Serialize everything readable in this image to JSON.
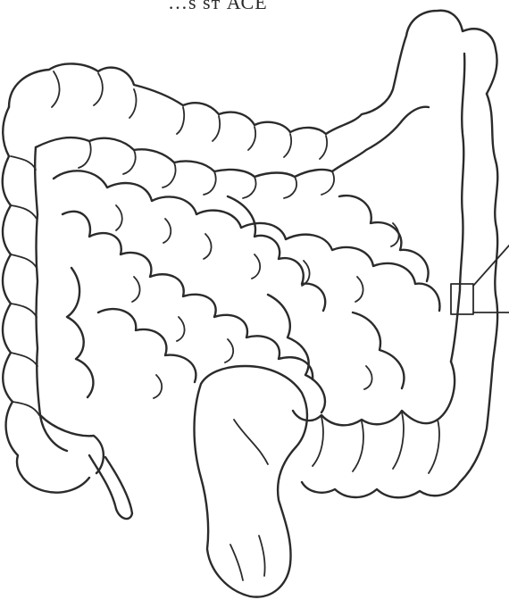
{
  "figure": {
    "caption_fragment": "…ѕ ѕт АСЕ",
    "ink_color": "#2b2b2b",
    "background": "#ffffff"
  },
  "parts": [
    {
      "key": "large-intestine"
    },
    {
      "key": "small-intestine"
    },
    {
      "key": "cecum"
    },
    {
      "key": "appendix"
    },
    {
      "key": "rectum"
    }
  ]
}
